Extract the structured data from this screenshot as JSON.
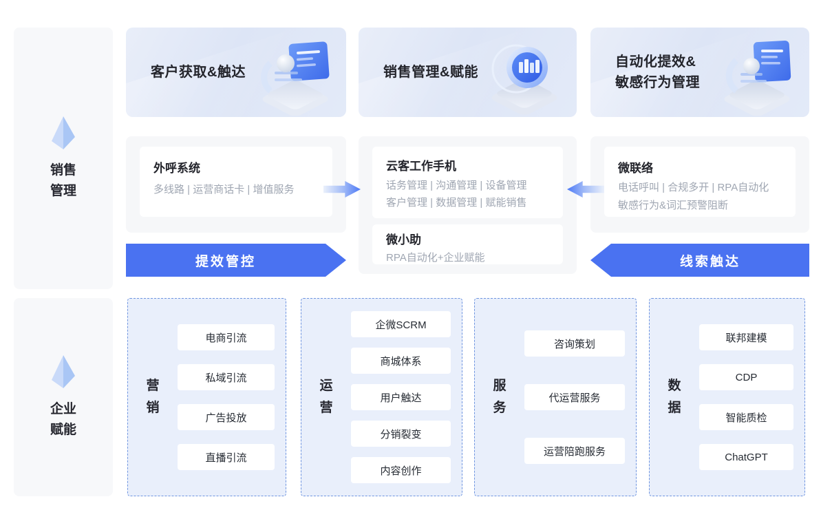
{
  "colors": {
    "banner_blue": "#4A72F1",
    "accent_blue": "#4D79F6",
    "dashed_border": "#6E94E0",
    "group_bg": "#E9EFFB",
    "container_bg": "#F6F7F9",
    "header_card_bg": "#DDE5F6",
    "muted_text": "#9FA6B2",
    "title_text": "#23242B"
  },
  "sidebar_top": {
    "line1": "销售",
    "line2": "管理"
  },
  "sidebar_bottom": {
    "line1": "企业",
    "line2": "赋能"
  },
  "headers": {
    "col1": {
      "title": "客户获取&触达",
      "icon": "contact-panel-3d-icon"
    },
    "col2": {
      "title": "销售管理&赋能",
      "icon": "sales-chart-3d-icon"
    },
    "col3": {
      "line1": "自动化提效&",
      "line2": "敏感行为管理",
      "icon": "automation-panel-3d-icon"
    }
  },
  "products": {
    "col1": {
      "title": "外呼系统",
      "subtitle": "多线路 | 运营商话卡 | 增值服务"
    },
    "col2": {
      "card1": {
        "title": "云客工作手机",
        "subtitle_line1": "话务管理 | 沟通管理 | 设备管理",
        "subtitle_line2": "客户管理 | 数据管理 | 赋能销售"
      },
      "card2": {
        "title": "微小助",
        "subtitle": "RPA自动化+企业赋能"
      }
    },
    "col3": {
      "title": "微联络",
      "subtitle_line1": "电话呼叫 | 合规多开 | RPA自动化",
      "subtitle_line2": "敏感行为&词汇预警阻断"
    }
  },
  "banners": {
    "left": "提效管控",
    "right": "线索触达"
  },
  "bottom_groups": [
    {
      "label": "营销",
      "items": [
        "电商引流",
        "私域引流",
        "广告投放",
        "直播引流"
      ]
    },
    {
      "label": "运营",
      "items": [
        "企微SCRM",
        "商城体系",
        "用户触达",
        "分销裂变",
        "内容创作"
      ]
    },
    {
      "label": "服务",
      "items": [
        "咨询策划",
        "代运营服务",
        "运营陪跑服务"
      ]
    },
    {
      "label": "数据",
      "items": [
        "联邦建模",
        "CDP",
        "智能质检",
        "ChatGPT"
      ]
    }
  ]
}
